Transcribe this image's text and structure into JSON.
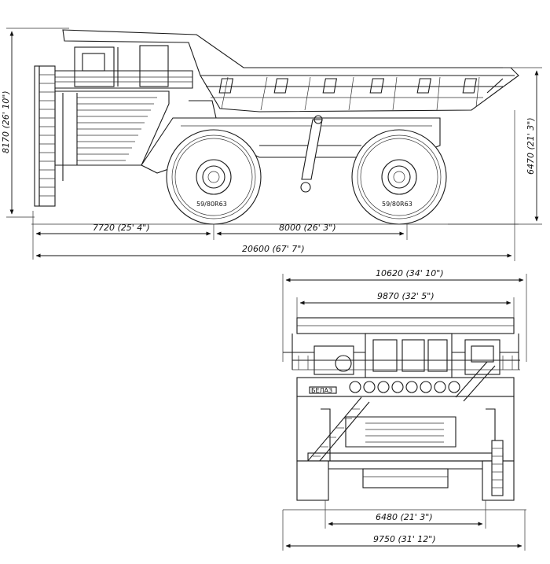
{
  "side_view": {
    "height_overall": "8170 (26' 10\")",
    "height_body": "6470 (21' 3\")",
    "front_overhang": "7720 (25' 4\")",
    "wheelbase": "8000 (26' 3\")",
    "length_overall": "20600 (67' 7\")",
    "tire_front": "59/80R63",
    "tire_rear": "59/80R63"
  },
  "front_view": {
    "width_overall": "10620 (34' 10\")",
    "width_body": "9870 (32' 5\")",
    "track_rear": "6480 (21' 3\")",
    "width_tires": "9750 (31' 12\")",
    "plate_text": "БЕЛАЗ"
  }
}
